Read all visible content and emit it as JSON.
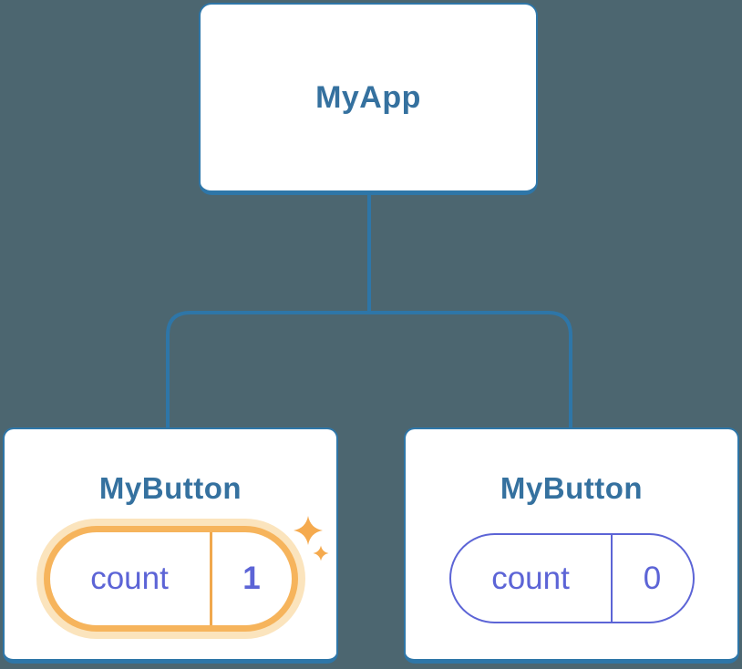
{
  "diagram": {
    "root": {
      "label": "MyApp"
    },
    "children": [
      {
        "label": "MyButton",
        "state": {
          "key": "count",
          "value": "1"
        },
        "highlighted": true
      },
      {
        "label": "MyButton",
        "state": {
          "key": "count",
          "value": "0"
        },
        "highlighted": false
      }
    ]
  },
  "colors": {
    "background": "#4c6670",
    "card_bg": "#ffffff",
    "card_border": "#2e76a8",
    "connector": "#2e76a8",
    "title_text": "#35719f",
    "state_accent": "#5c64d6",
    "highlight_ring": "#f6b45c",
    "highlight_halo": "#fbe4bd",
    "highlight_divider": "#f0a84d",
    "sparkle": "#f5aa4e"
  }
}
